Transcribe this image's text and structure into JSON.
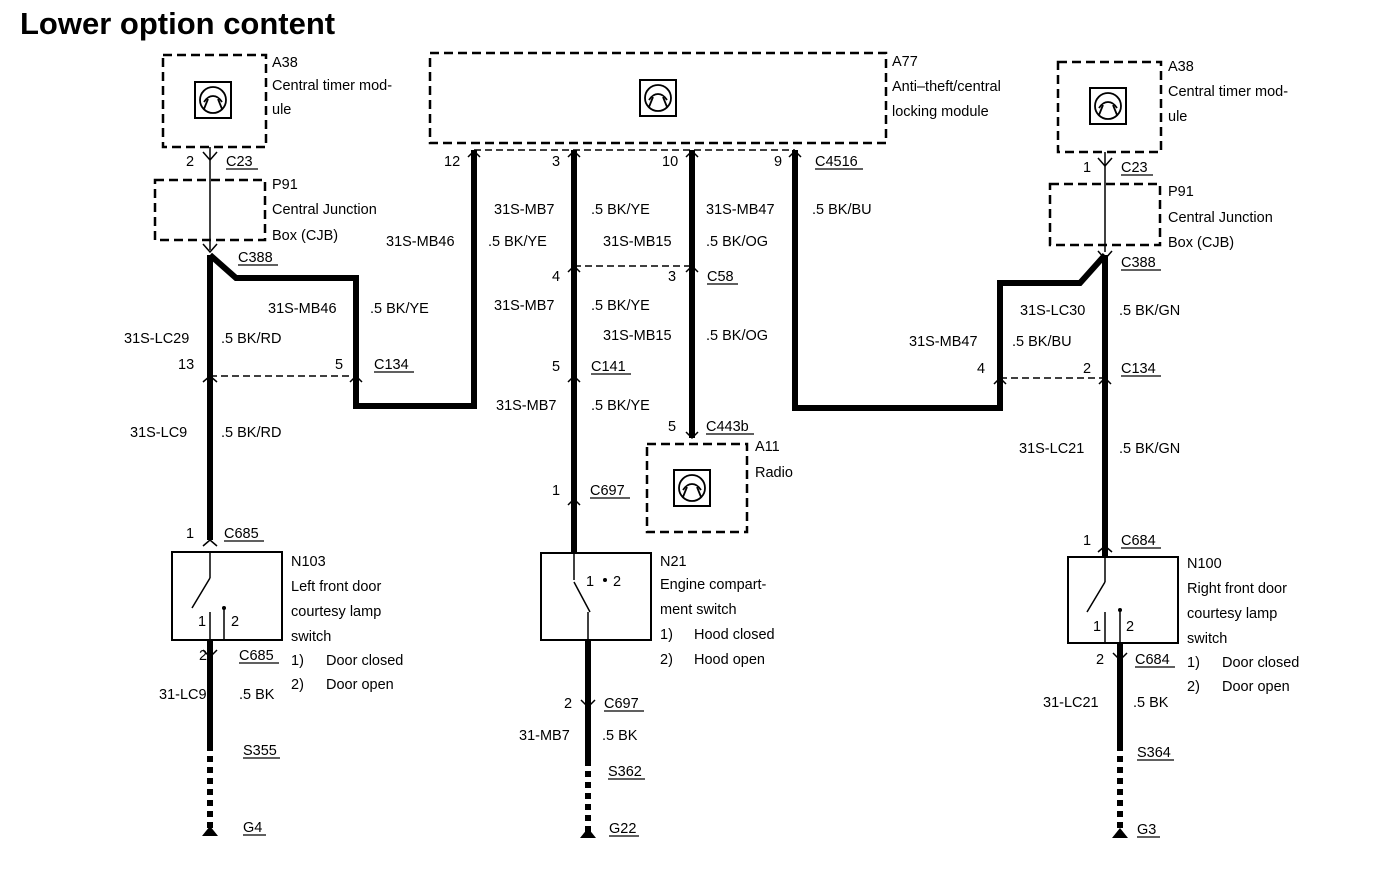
{
  "title": "Lower option content",
  "components": {
    "a38_left": {
      "id": "A38",
      "line1": "Central timer mod-",
      "line2": "ule"
    },
    "a77": {
      "id": "A77",
      "line1": "Anti–theft/central",
      "line2": "locking module"
    },
    "a38_right": {
      "id": "A38",
      "line1": "Central timer mod-",
      "line2": "ule"
    },
    "p91_left": {
      "id": "P91",
      "line1": "Central Junction",
      "line2": "Box (CJB)"
    },
    "p91_right": {
      "id": "P91",
      "line1": "Central Junction",
      "line2": "Box (CJB)"
    },
    "a11": {
      "id": "A11",
      "line1": "Radio"
    },
    "n103": {
      "id": "N103",
      "line1": "Left front door",
      "line2": "courtesy lamp",
      "line3": "switch",
      "note1": "1)",
      "note1_text": "Door closed",
      "note2": "2)",
      "note2_text": "Door open"
    },
    "n21": {
      "id": "N21",
      "line1": "Engine compart-",
      "line2": "ment switch",
      "note1": "1)",
      "note1_text": "Hood closed",
      "note2": "2)",
      "note2_text": "Hood open"
    },
    "n100": {
      "id": "N100",
      "line1": "Right front door",
      "line2": "courtesy lamp",
      "line3": "switch",
      "note1": "1)",
      "note1_text": "Door closed",
      "note2": "2)",
      "note2_text": "Door open"
    }
  },
  "connectors": {
    "c23_left": "C23",
    "c23_right": "C23",
    "c388_left": "C388",
    "c388_right": "C388",
    "c4516": "C4516",
    "c58": "C58",
    "c134_left": "C134",
    "c134_right": "C134",
    "c141": "C141",
    "c443b": "C443b",
    "c697_top": "C697",
    "c697_bottom": "C697",
    "c685_top": "C685",
    "c685_bottom": "C685",
    "c684_top": "C684",
    "c684_bottom": "C684",
    "s355": "S355",
    "s362": "S362",
    "s364": "S364",
    "g4": "G4",
    "g22": "G22",
    "g3": "G3"
  },
  "pins": {
    "p2_c23": "2",
    "p1_c23": "1",
    "p12": "12",
    "p3_a77": "3",
    "p10": "10",
    "p9": "9",
    "p4_c58": "4",
    "p3_c58": "3",
    "p13": "13",
    "p5_c134": "5",
    "p5_c141": "5",
    "p4_c134": "4",
    "p2_c134": "2",
    "p5_c443b": "5",
    "p1_c697": "1",
    "p2_c697": "2",
    "p1_c685": "1",
    "p2_c685": "2",
    "p1_c684": "1",
    "p2_c684": "2",
    "sw_n103_1": "1",
    "sw_n103_2": "2",
    "sw_n21_1": "1",
    "sw_n21_2": "2",
    "sw_n100_1": "1",
    "sw_n100_2": "2"
  },
  "wires": {
    "mb46_a": {
      "code": "31S-MB46",
      "spec": ".5 BK/YE"
    },
    "mb46_b": {
      "code": "31S-MB46",
      "spec": ".5 BK/YE"
    },
    "lc29": {
      "code": "31S-LC29",
      "spec": ".5 BK/RD"
    },
    "lc9": {
      "code": "31S-LC9",
      "spec": ".5 BK/RD"
    },
    "lc9_gnd": {
      "code": "31-LC9",
      "spec": ".5 BK"
    },
    "mb7_a": {
      "code": "31S-MB7",
      "spec": ".5 BK/YE"
    },
    "mb7_b": {
      "code": "31S-MB7",
      "spec": ".5 BK/YE"
    },
    "mb7_c": {
      "code": "31S-MB7",
      "spec": ".5 BK/YE"
    },
    "mb7_gnd": {
      "code": "31-MB7",
      "spec": ".5 BK"
    },
    "mb15_a": {
      "code": "31S-MB15",
      "spec": ".5 BK/OG"
    },
    "mb15_b": {
      "code": "31S-MB15",
      "spec": ".5 BK/OG"
    },
    "mb47_a": {
      "code": "31S-MB47",
      "spec": ".5 BK/BU"
    },
    "mb47_b": {
      "code": "31S-MB47",
      "spec": ".5 BK/BU"
    },
    "lc30": {
      "code": "31S-LC30",
      "spec": ".5 BK/GN"
    },
    "lc21": {
      "code": "31S-LC21",
      "spec": ".5 BK/GN"
    },
    "lc21_gnd": {
      "code": "31-LC21",
      "spec": ".5 BK"
    }
  }
}
